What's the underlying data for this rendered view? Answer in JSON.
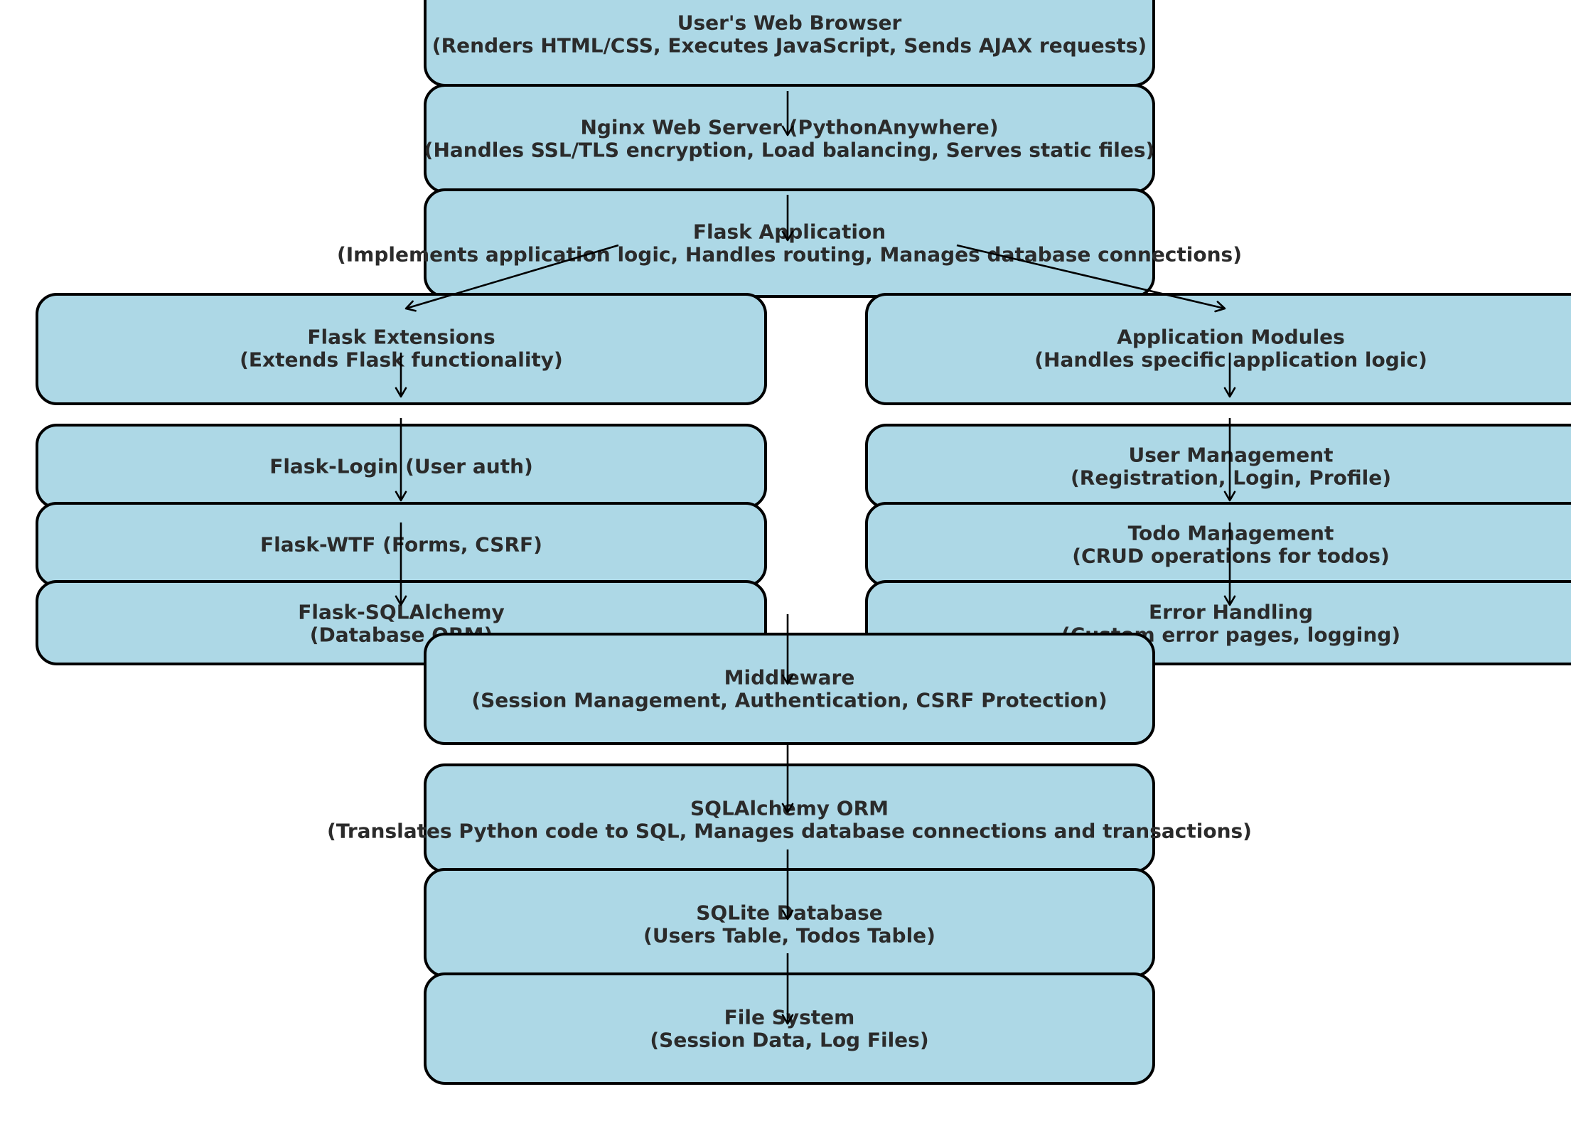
{
  "diagram": {
    "nodes": [
      {
        "id": "browser",
        "lines": [
          "User's Web Browser",
          "(Renders HTML/CSS, Executes JavaScript, Sends AJAX requests)"
        ]
      },
      {
        "id": "nginx",
        "lines": [
          "Nginx Web Server (PythonAnywhere)",
          "(Handles SSL/TLS encryption, Load balancing, Serves static files)"
        ]
      },
      {
        "id": "flask-app",
        "lines": [
          "Flask Application",
          "(Implements application logic, Handles routing, Manages database connections)"
        ]
      },
      {
        "id": "flask-extensions",
        "lines": [
          "Flask Extensions",
          "(Extends Flask functionality)"
        ]
      },
      {
        "id": "app-modules",
        "lines": [
          "Application Modules",
          "(Handles specific application logic)"
        ]
      },
      {
        "id": "flask-login",
        "lines": [
          "Flask-Login (User auth)"
        ]
      },
      {
        "id": "user-mgmt",
        "lines": [
          "User Management",
          "(Registration, Login, Profile)"
        ]
      },
      {
        "id": "flask-wtf",
        "lines": [
          "Flask-WTF (Forms, CSRF)"
        ]
      },
      {
        "id": "todo-mgmt",
        "lines": [
          "Todo Management",
          "(CRUD operations for todos)"
        ]
      },
      {
        "id": "flask-sqlalchemy",
        "lines": [
          "Flask-SQLAlchemy",
          "(Database ORM)"
        ]
      },
      {
        "id": "error-handling",
        "lines": [
          "Error Handling",
          "(Custom error pages, logging)"
        ]
      },
      {
        "id": "middleware",
        "lines": [
          "Middleware",
          "(Session Management, Authentication, CSRF Protection)"
        ]
      },
      {
        "id": "sqlalchemy-orm",
        "lines": [
          "SQLAlchemy ORM",
          "(Translates Python code to SQL, Manages database connections and transactions)"
        ]
      },
      {
        "id": "sqlite-db",
        "lines": [
          "SQLite Database",
          "(Users Table, Todos Table)"
        ]
      },
      {
        "id": "file-system",
        "lines": [
          "File System",
          "(Session Data, Log Files)"
        ]
      }
    ],
    "edges": [
      {
        "from": "browser",
        "to": "nginx"
      },
      {
        "from": "nginx",
        "to": "flask-app"
      },
      {
        "from": "flask-app",
        "to": "flask-extensions"
      },
      {
        "from": "flask-app",
        "to": "app-modules"
      },
      {
        "from": "flask-extensions",
        "to": "flask-login"
      },
      {
        "from": "flask-login",
        "to": "flask-wtf"
      },
      {
        "from": "flask-wtf",
        "to": "flask-sqlalchemy"
      },
      {
        "from": "app-modules",
        "to": "user-mgmt"
      },
      {
        "from": "user-mgmt",
        "to": "todo-mgmt"
      },
      {
        "from": "todo-mgmt",
        "to": "error-handling"
      },
      {
        "from": "flask-sqlalchemy",
        "to": "middleware"
      },
      {
        "from": "middleware",
        "to": "sqlalchemy-orm"
      },
      {
        "from": "sqlalchemy-orm",
        "to": "sqlite-db"
      },
      {
        "from": "sqlite-db",
        "to": "file-system"
      }
    ]
  },
  "colors": {
    "node_fill": "#add8e6",
    "node_stroke": "#000000",
    "text": "#2b2b2b",
    "edge": "#000000"
  }
}
